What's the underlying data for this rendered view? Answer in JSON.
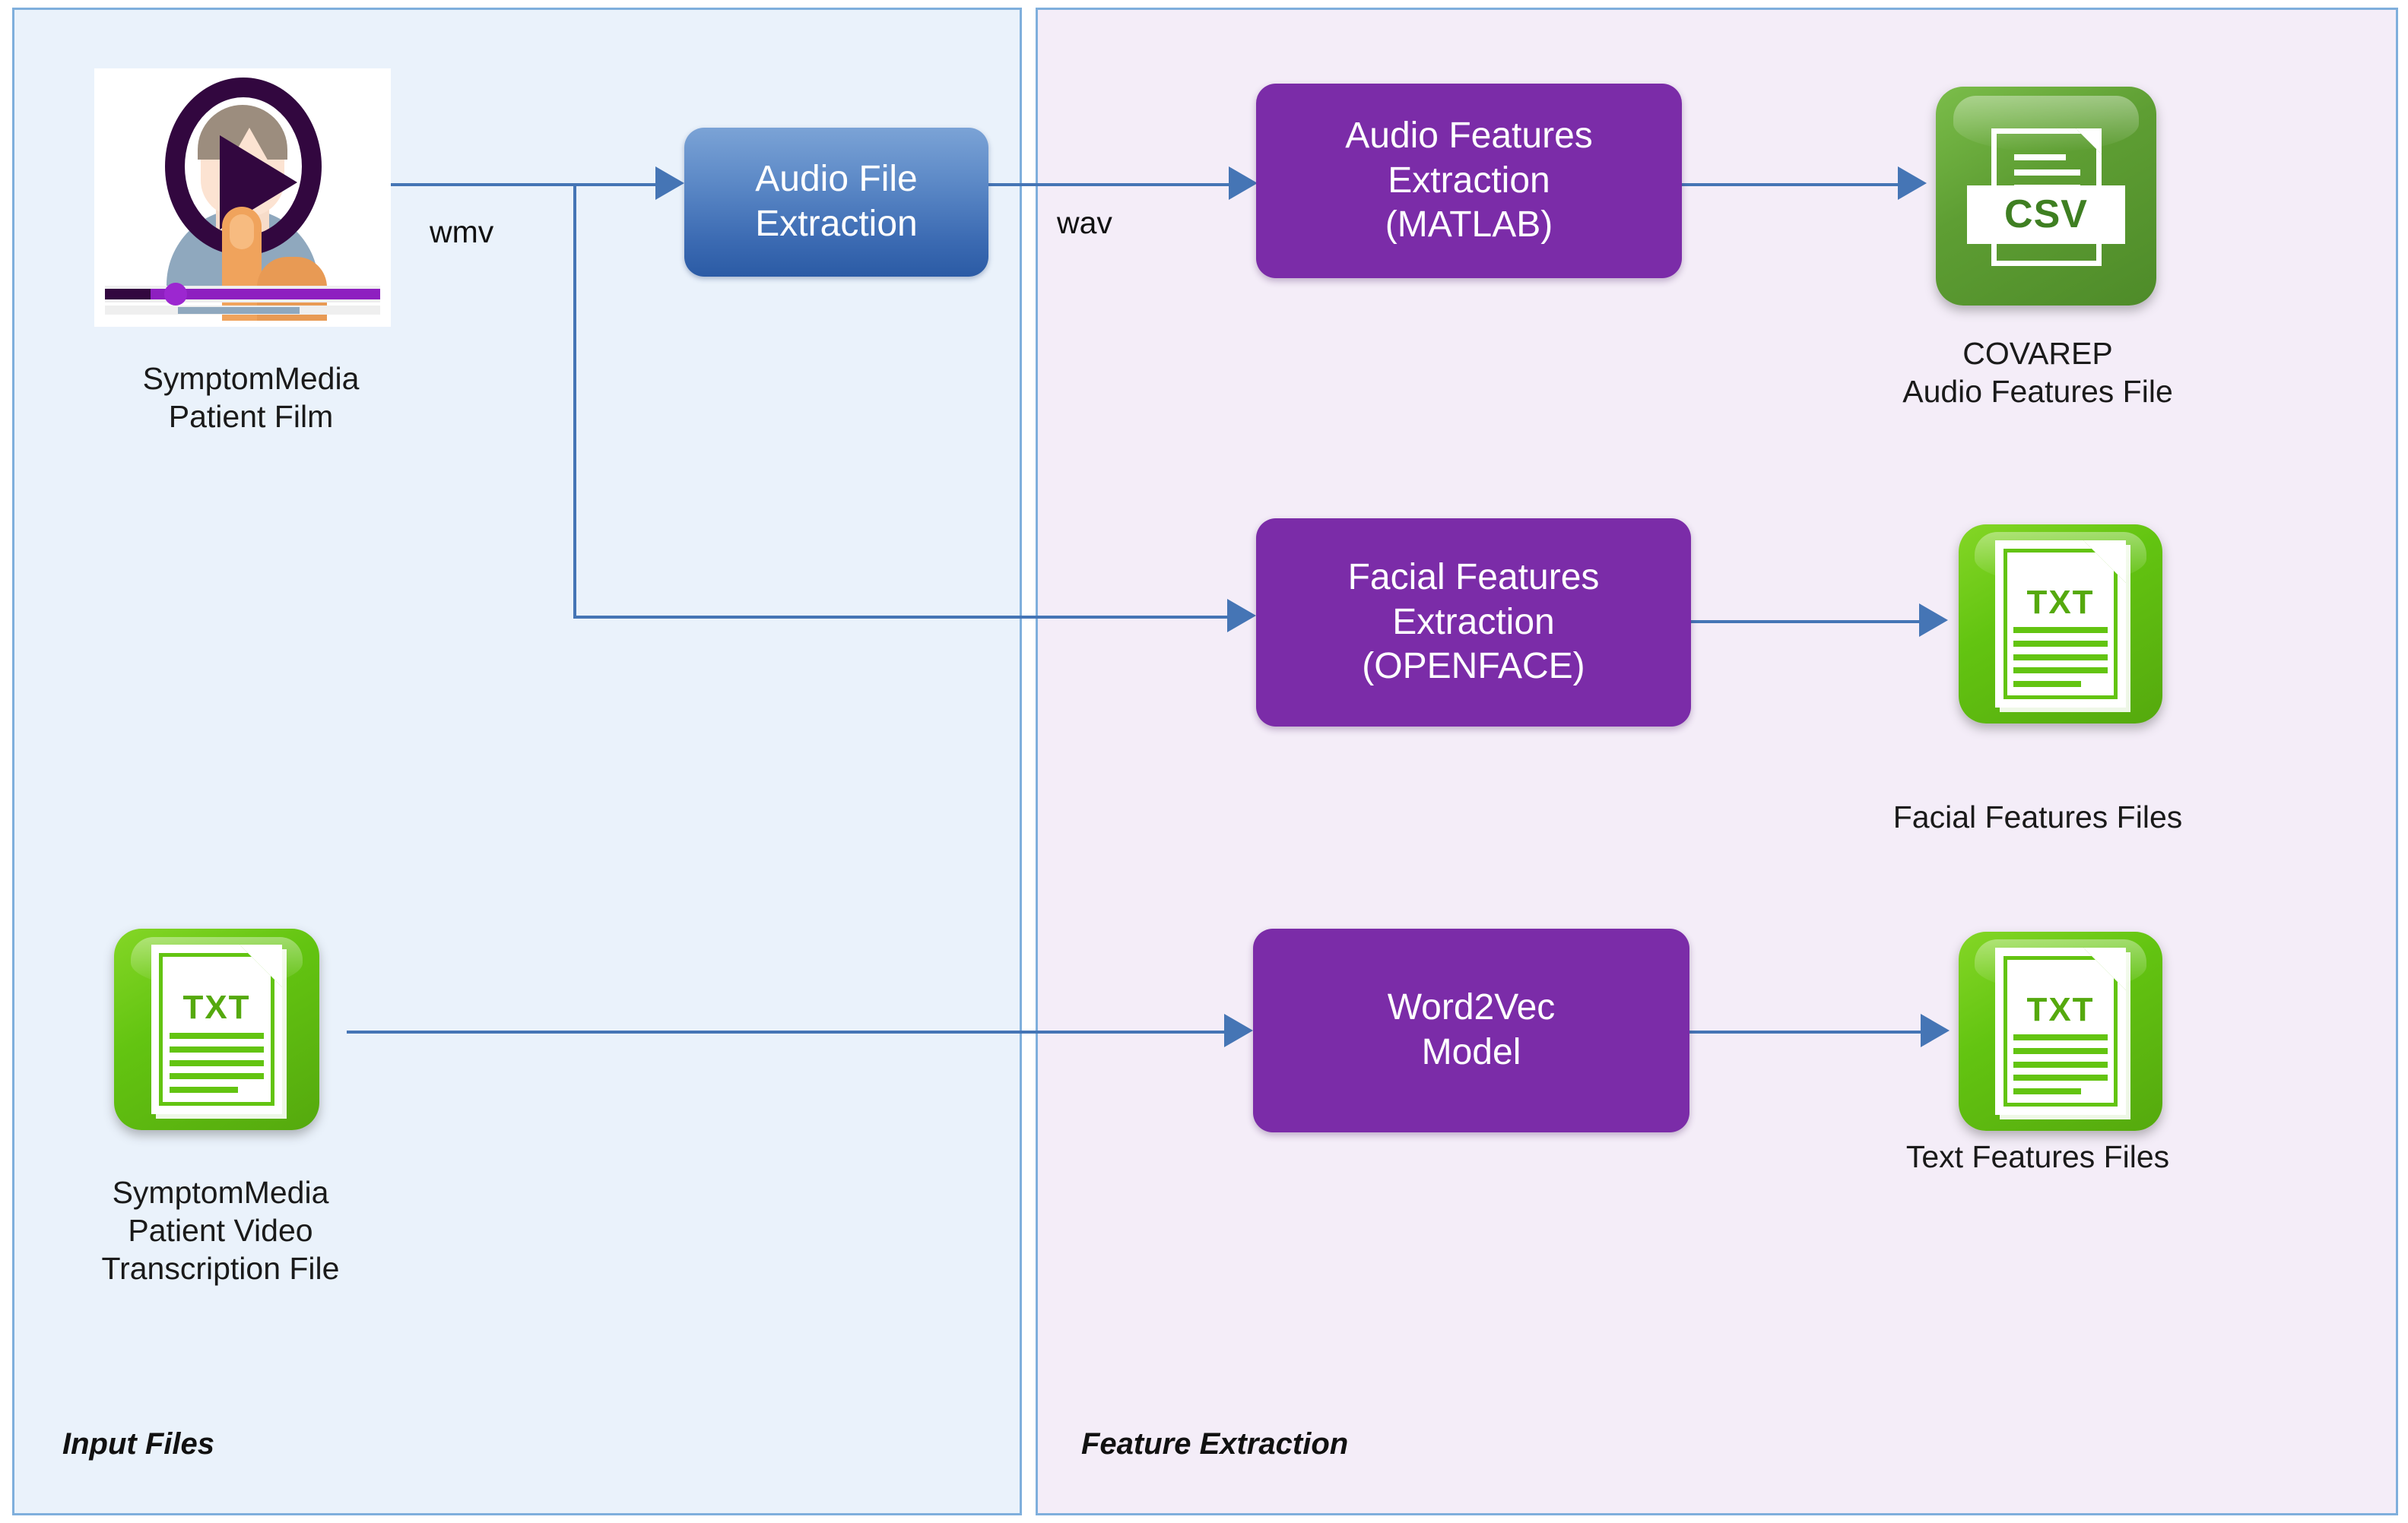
{
  "panels": {
    "input": {
      "label": "Input Files",
      "background": "#EAF2FB",
      "border": "#7FAFDC"
    },
    "feature": {
      "label": "Feature Extraction",
      "background": "#F4EDF8",
      "border": "#7FAFDC"
    }
  },
  "colors": {
    "connector": "#4575B5",
    "process_blue_top": "#7BA3D6",
    "process_blue_bottom": "#2B5BA5",
    "process_purple": "#7B2CA8",
    "csv_green": "#5E9E33",
    "txt_green": "#63C411",
    "text": "#1a1a1a"
  },
  "inputs": {
    "video": {
      "icon": "video-play-thumbnail-icon",
      "caption": "SymptomMedia\nPatient Film"
    },
    "transcript": {
      "icon": "txt-file-icon",
      "badge": "TXT",
      "caption": "SymptomMedia\nPatient Video\nTranscription File"
    }
  },
  "processes": {
    "audio_file_extraction": {
      "label": "Audio File\nExtraction",
      "style": "blue"
    },
    "audio_features": {
      "label": "Audio Features\nExtraction\n(MATLAB)",
      "style": "purple"
    },
    "facial_features": {
      "label": "Facial Features\nExtraction\n(OPENFACE)",
      "style": "purple"
    },
    "word2vec": {
      "label": "Word2Vec\nModel",
      "style": "purple"
    }
  },
  "outputs": {
    "covarep": {
      "icon": "csv-file-icon",
      "badge": "CSV",
      "caption": "COVAREP\nAudio Features File"
    },
    "facial": {
      "icon": "txt-file-icon",
      "badge": "TXT",
      "caption": "Facial Features Files"
    },
    "text": {
      "icon": "txt-file-icon",
      "badge": "TXT",
      "caption": "Text  Features Files"
    }
  },
  "edges": {
    "wmv": "wmv",
    "wav": "wav"
  }
}
